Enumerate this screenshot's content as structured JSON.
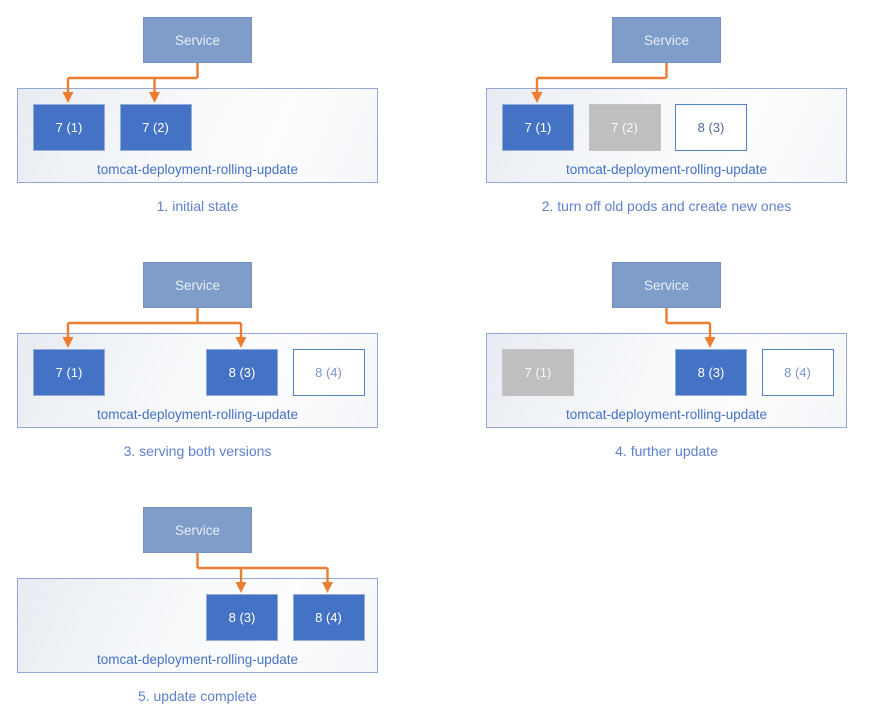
{
  "service_label": "Service",
  "deployment_label": "tomcat-deployment-rolling-update",
  "colors": {
    "service_fill": "#7E9DC9",
    "service_border": "#7693C0",
    "service_text": "#E6EDF6",
    "arrow": "#ED7D31",
    "container_border": "#93A9D5",
    "pod_active_fill": "#4472C4",
    "pod_active_border": "#93ACD8",
    "pod_active_text": "#FFFFFF",
    "pod_terminating_fill": "#BFBFBF",
    "pod_terminating_border": "#C4C4C4",
    "pod_terminating_text": "#F7F7F7",
    "pod_new_fill": "#FFFFFF",
    "pod_new_border": "#5580CC",
    "deployment_label_color": "#4472C4",
    "caption_color": "#5E81CB"
  },
  "panels": [
    {
      "caption": "1. initial state",
      "pods": [
        {
          "label": "7 (1)",
          "state": "active",
          "slot": 0,
          "arrow": true
        },
        {
          "label": "7 (2)",
          "state": "active",
          "slot": 1,
          "arrow": true
        }
      ]
    },
    {
      "caption": "2. turn off old pods and create new ones",
      "pods": [
        {
          "label": "7 (1)",
          "state": "active",
          "slot": 0,
          "arrow": true
        },
        {
          "label": "7 (2)",
          "state": "terminating",
          "slot": 1,
          "arrow": false
        },
        {
          "label": "8 (3)",
          "state": "new",
          "slot": 2,
          "arrow": false,
          "text_color": "#54689B"
        }
      ]
    },
    {
      "caption": "3. serving both versions",
      "pods": [
        {
          "label": "7 (1)",
          "state": "active",
          "slot": 0,
          "arrow": true
        },
        {
          "label": "8 (3)",
          "state": "active",
          "slot": 2,
          "arrow": true
        },
        {
          "label": "8 (4)",
          "state": "new",
          "slot": 3,
          "arrow": false,
          "text_color": "#7B97D1"
        }
      ]
    },
    {
      "caption": "4. further update",
      "pods": [
        {
          "label": "7 (1)",
          "state": "terminating",
          "slot": 0,
          "arrow": false
        },
        {
          "label": "8 (3)",
          "state": "active",
          "slot": 2,
          "arrow": true
        },
        {
          "label": "8 (4)",
          "state": "new",
          "slot": 3,
          "arrow": false,
          "text_color": "#7B97D1"
        }
      ]
    },
    {
      "caption": "5. update complete",
      "pods": [
        {
          "label": "8 (3)",
          "state": "active",
          "slot": 2,
          "arrow": true
        },
        {
          "label": "8 (4)",
          "state": "active",
          "slot": 3,
          "arrow": true
        }
      ]
    }
  ]
}
